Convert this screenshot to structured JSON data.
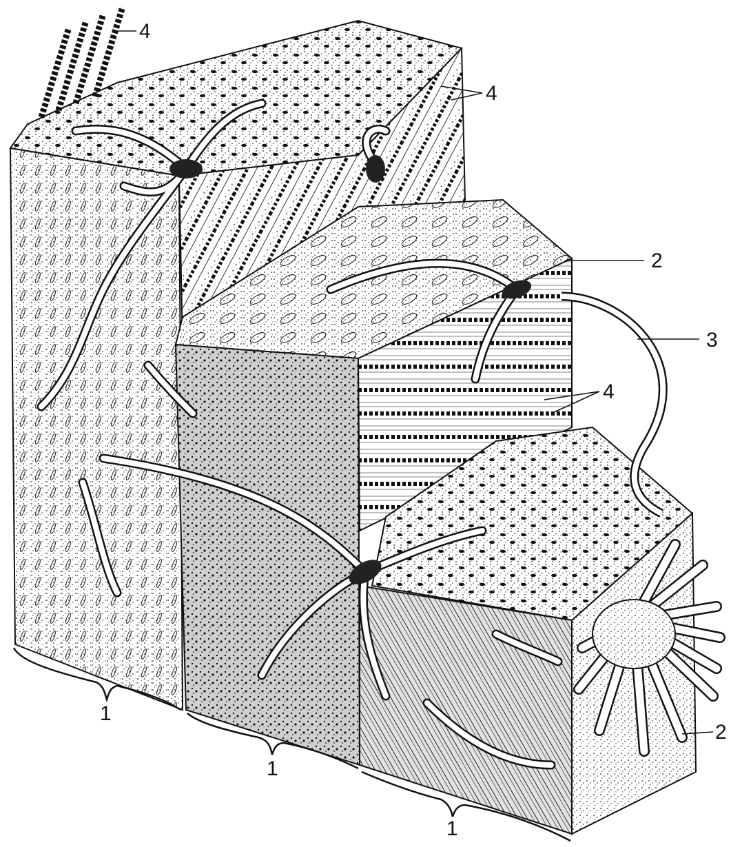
{
  "figure": {
    "labels": {
      "matrix_1a": "1",
      "matrix_1b": "1",
      "matrix_1c": "1",
      "osteocyte_2a": "2",
      "osteocyte_2b": "2",
      "process_3": "3",
      "fibrils_4a": "4",
      "fibrils_4b": "4",
      "fibrils_4c": "4"
    },
    "colors": {
      "ink": "#111111",
      "paper": "#ffffff",
      "shade": "#cfcfcf"
    }
  }
}
